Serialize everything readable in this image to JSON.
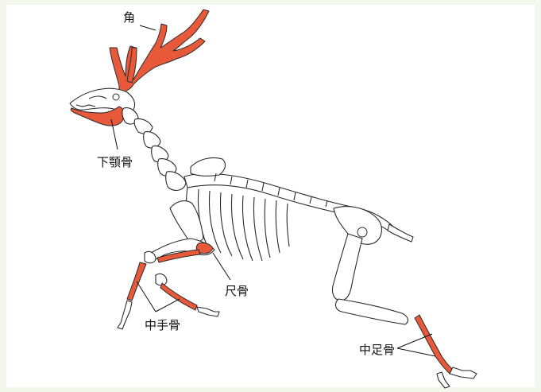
{
  "labels": {
    "antler": "角",
    "mandible": "下顎骨",
    "ulna": "尺骨",
    "metacarpal": "中手骨",
    "metatarsal": "中足骨"
  },
  "colors": {
    "background": "#f3f7ec",
    "panel": "#ffffff",
    "highlight": "#e8593a",
    "outline": "#2a2a2a"
  }
}
